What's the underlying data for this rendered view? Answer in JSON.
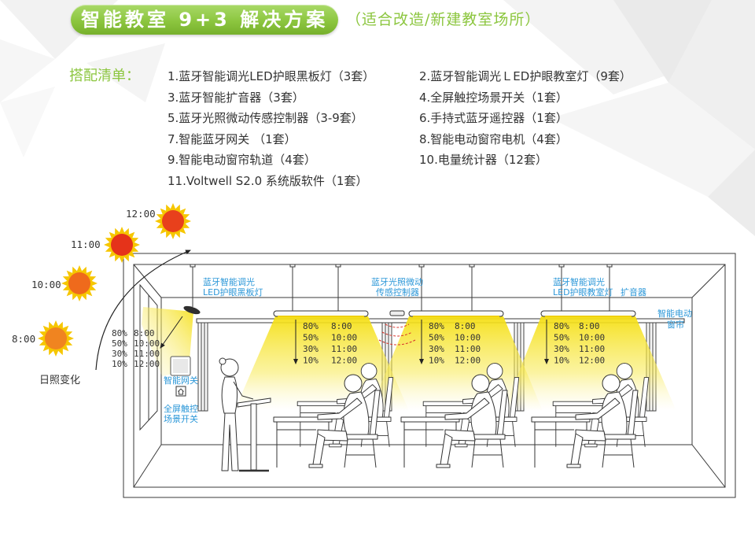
{
  "header": {
    "title": "智能教室 9+3 解决方案",
    "subtitle": "（适合改造/新建教室场所）"
  },
  "list": {
    "label": "搭配清单：",
    "col1": [
      "1.蓝牙智能调光LED护眼黑板灯（3套）",
      "3.蓝牙智能扩音器（3套）",
      "5.蓝牙光照微动传感控制器（3-9套）",
      "7.智能蓝牙网关 （1套）",
      "9.智能电动窗帘轨道（4套）",
      "11.Voltwell S2.0 系统版软件（1套）"
    ],
    "col2": [
      "2.蓝牙智能调光ＬED护眼教室灯（9套）",
      "4.全屏触控场景开关（1套）",
      "6.手持式蓝牙遥控器（1套）",
      "8.智能电动窗帘电机（4套）",
      "10.电量统计器（12套）"
    ]
  },
  "sunlight": {
    "suns": [
      {
        "time": "12:00",
        "color": "#e8401c"
      },
      {
        "time": "11:00",
        "color": "#e5331a"
      },
      {
        "time": "10:00",
        "color": "#ef6a1c"
      },
      {
        "time": "8:00",
        "color": "#f08420"
      }
    ],
    "caption": "日照变化"
  },
  "levels": [
    {
      "pct": "80%",
      "time": "8:00"
    },
    {
      "pct": "50%",
      "time": "10:00"
    },
    {
      "pct": "30%",
      "time": "11:00"
    },
    {
      "pct": "10%",
      "time": "12:00"
    }
  ],
  "labels": {
    "blackboard_light": [
      "蓝牙智能调光",
      "LED护眼黑板灯"
    ],
    "sensor": [
      "蓝牙光照微动",
      "传感控制器"
    ],
    "classroom_light": [
      "蓝牙智能调光",
      "LED护眼教室灯"
    ],
    "speaker": "扩音器",
    "curtain": [
      "智能电动",
      "窗帘"
    ],
    "gateway": "智能网关",
    "switch": [
      "全屏触控",
      "场景开关"
    ]
  },
  "colors": {
    "accent_green": "#8cc63f",
    "label_blue": "#2b97d8",
    "sun_ray": "#f6c600",
    "beam_yellow": "#f5df12"
  }
}
